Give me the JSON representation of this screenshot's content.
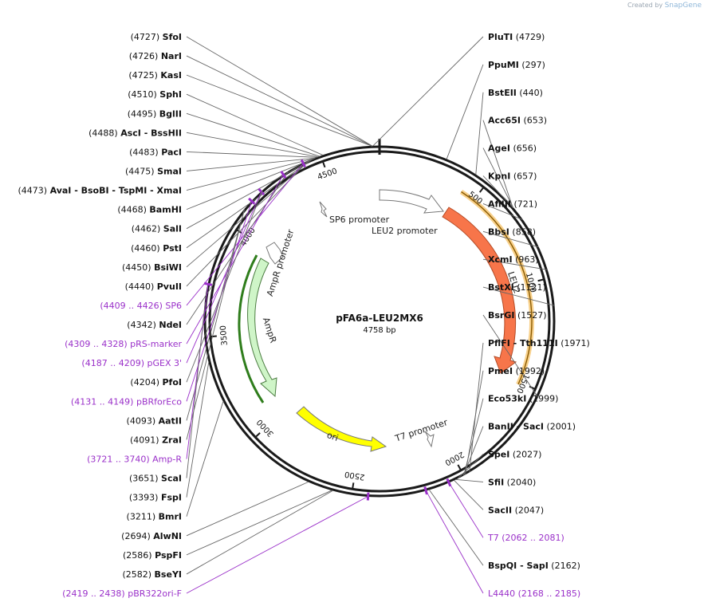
{
  "credit": {
    "prefix": "Created by",
    "brand": "SnapGene"
  },
  "plasmid": {
    "name": "pFA6a-LEU2MX6",
    "length": 4758,
    "length_label": "4758 bp"
  },
  "ticks": [
    "500",
    "1000",
    "1500",
    "2000",
    "2500",
    "3000",
    "3500",
    "4000",
    "4500"
  ],
  "sites": [
    {
      "label": "SfoI",
      "pos": "(4727)",
      "side": "L"
    },
    {
      "label": "PluTI",
      "pos": "(4729)",
      "side": "R"
    },
    {
      "label": "NarI",
      "pos": "(4726)",
      "side": "L"
    },
    {
      "label": "KasI",
      "pos": "(4725)",
      "side": "L"
    },
    {
      "label": "PpuMI",
      "pos": "(297)",
      "side": "R"
    },
    {
      "label": "SphI",
      "pos": "(4510)",
      "side": "L"
    },
    {
      "label": "BglII",
      "pos": "(4495)",
      "side": "L"
    },
    {
      "label": "AscI - BssHII",
      "pos": "(4488)",
      "side": "L"
    },
    {
      "label": "BstEII",
      "pos": "(440)",
      "side": "R"
    },
    {
      "label": "PacI",
      "pos": "(4483)",
      "side": "L"
    },
    {
      "label": "SmaI",
      "pos": "(4475)",
      "side": "L"
    },
    {
      "label": "AvaI - BsoBI - TspMI - XmaI",
      "pos": "(4473)",
      "side": "L"
    },
    {
      "label": "BamHI",
      "pos": "(4468)",
      "side": "L"
    },
    {
      "label": "Acc65I",
      "pos": "(653)",
      "side": "R"
    },
    {
      "label": "SalI",
      "pos": "(4462)",
      "side": "L"
    },
    {
      "label": "AgeI",
      "pos": "(656)",
      "side": "R"
    },
    {
      "label": "PstI",
      "pos": "(4460)",
      "side": "L"
    },
    {
      "label": "KpnI",
      "pos": "(657)",
      "side": "R"
    },
    {
      "label": "BsiWI",
      "pos": "(4450)",
      "side": "L"
    },
    {
      "label": "AflIII",
      "pos": "(721)",
      "side": "R"
    },
    {
      "label": "PvuII",
      "pos": "(4440)",
      "side": "L"
    },
    {
      "label": "SP6",
      "pos": "(4409 .. 4426)",
      "side": "L",
      "primer": true
    },
    {
      "label": "NdeI",
      "pos": "(4342)",
      "side": "L"
    },
    {
      "label": "BbsI",
      "pos": "(858)",
      "side": "R"
    },
    {
      "label": "pRS-marker",
      "pos": "(4309 .. 4328)",
      "side": "L",
      "primer": true
    },
    {
      "label": "pGEX 3'",
      "pos": "(4187 .. 4209)",
      "side": "L",
      "primer": true
    },
    {
      "label": "PfoI",
      "pos": "(4204)",
      "side": "L"
    },
    {
      "label": "XcmI",
      "pos": "(963)",
      "side": "R"
    },
    {
      "label": "pBRforEco",
      "pos": "(4131 .. 4149)",
      "side": "L",
      "primer": true
    },
    {
      "label": "AatII",
      "pos": "(4093)",
      "side": "L"
    },
    {
      "label": "ZraI",
      "pos": "(4091)",
      "side": "L"
    },
    {
      "label": "BstXI",
      "pos": "(1121)",
      "side": "R"
    },
    {
      "label": "Amp-R",
      "pos": "(3721 .. 3740)",
      "side": "L",
      "primer": true
    },
    {
      "label": "ScaI",
      "pos": "(3651)",
      "side": "L"
    },
    {
      "label": "FspI",
      "pos": "(3393)",
      "side": "L"
    },
    {
      "label": "BsrGI",
      "pos": "(1527)",
      "side": "R"
    },
    {
      "label": "BmrI",
      "pos": "(3211)",
      "side": "L"
    },
    {
      "label": "PflFI - Tth111I",
      "pos": "(1971)",
      "side": "R"
    },
    {
      "label": "PmeI",
      "pos": "(1992)",
      "side": "R"
    },
    {
      "label": "Eco53kI",
      "pos": "(1999)",
      "side": "R"
    },
    {
      "label": "BanII - SacI",
      "pos": "(2001)",
      "side": "R"
    },
    {
      "label": "SpeI",
      "pos": "(2027)",
      "side": "R"
    },
    {
      "label": "SfiI",
      "pos": "(2040)",
      "side": "R"
    },
    {
      "label": "SacII",
      "pos": "(2047)",
      "side": "R"
    },
    {
      "label": "AlwNI",
      "pos": "(2694)",
      "side": "L"
    },
    {
      "label": "T7",
      "pos": "(2062 .. 2081)",
      "side": "R",
      "primer": true
    },
    {
      "label": "PspFI",
      "pos": "(2586)",
      "side": "L"
    },
    {
      "label": "BseYI",
      "pos": "(2582)",
      "side": "L"
    },
    {
      "label": "BspQI - SapI",
      "pos": "(2162)",
      "side": "R"
    },
    {
      "label": "pBR322ori-F",
      "pos": "(2419 .. 2438)",
      "side": "L",
      "primer": true
    },
    {
      "label": "L4440",
      "pos": "(2168 .. 2185)",
      "side": "R",
      "primer": true
    }
  ],
  "features": {
    "sp6_promoter": "SP6 promoter",
    "leu2_promoter": "LEU2 promoter",
    "leu2": "LEU2",
    "ampr_promoter": "AmpR promoter",
    "ampr": "AmpR",
    "ori": "ori",
    "t7_promoter": "T7 promoter"
  },
  "colors": {
    "backbone": "#1a1a1a",
    "leu2": "#f7754a",
    "orf": "#f5b84e",
    "ampr": "#cff5c8",
    "ampr_orf": "#2f7d1c",
    "ori": "#ffff00",
    "primer": "#9a30c9",
    "promoter": "#ffffff"
  }
}
